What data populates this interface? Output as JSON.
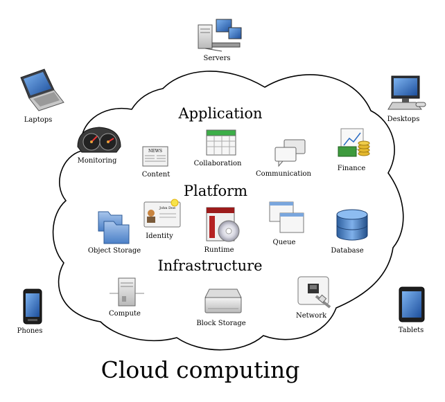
{
  "title": "Cloud computing",
  "layers": {
    "application": "Application",
    "platform": "Platform",
    "infrastructure": "Infrastructure"
  },
  "clients": {
    "servers": "Servers",
    "laptops": "Laptops",
    "desktops": "Desktops",
    "phones": "Phones",
    "tablets": "Tablets"
  },
  "services": {
    "monitoring": "Monitoring",
    "content": "Content",
    "collaboration": "Collaboration",
    "communication": "Communication",
    "finance": "Finance",
    "object_storage": "Object Storage",
    "identity": "Identity",
    "runtime": "Runtime",
    "queue": "Queue",
    "database": "Database",
    "compute": "Compute",
    "block_storage": "Block Storage",
    "network": "Network"
  },
  "icon_text": {
    "news": "NEWS",
    "john_doe": "John Doe"
  }
}
